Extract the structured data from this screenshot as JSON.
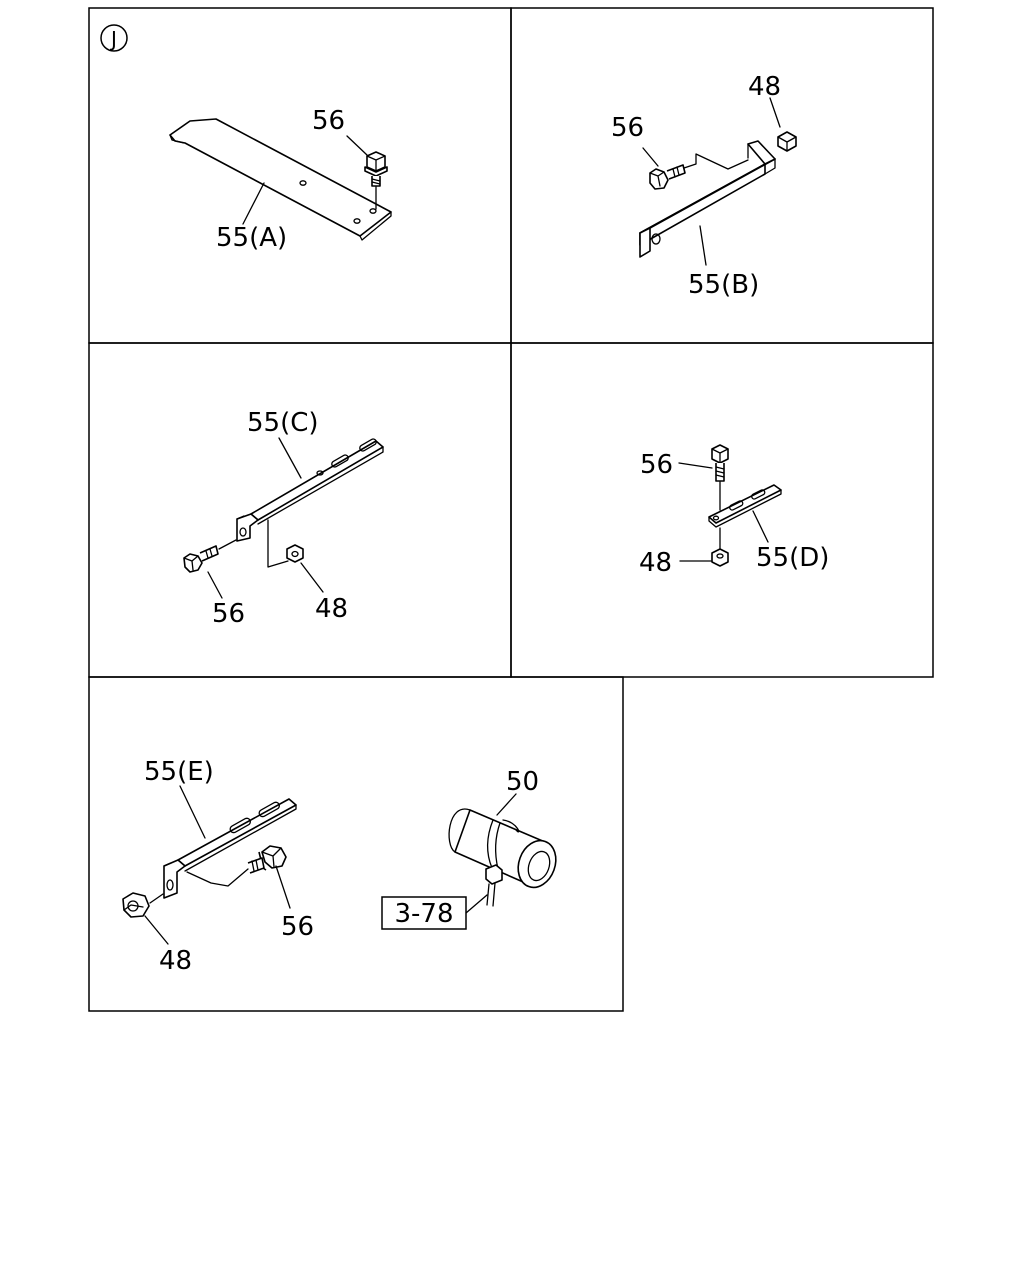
{
  "view_marker": "J",
  "panels": {
    "a": {
      "bracket_label": "55(A)",
      "bolt_label": "56"
    },
    "b": {
      "bracket_label": "55(B)",
      "bolt_label": "56",
      "nut_label": "48"
    },
    "c": {
      "bracket_label": "55(C)",
      "bolt_label": "56",
      "nut_label": "48"
    },
    "d": {
      "bracket_label": "55(D)",
      "bolt_label": "56",
      "nut_label": "48"
    },
    "e": {
      "bracket_label": "55(E)",
      "bolt_label": "56",
      "nut_label": "48",
      "pipe_label": "50",
      "reference_label": "3-78"
    }
  }
}
